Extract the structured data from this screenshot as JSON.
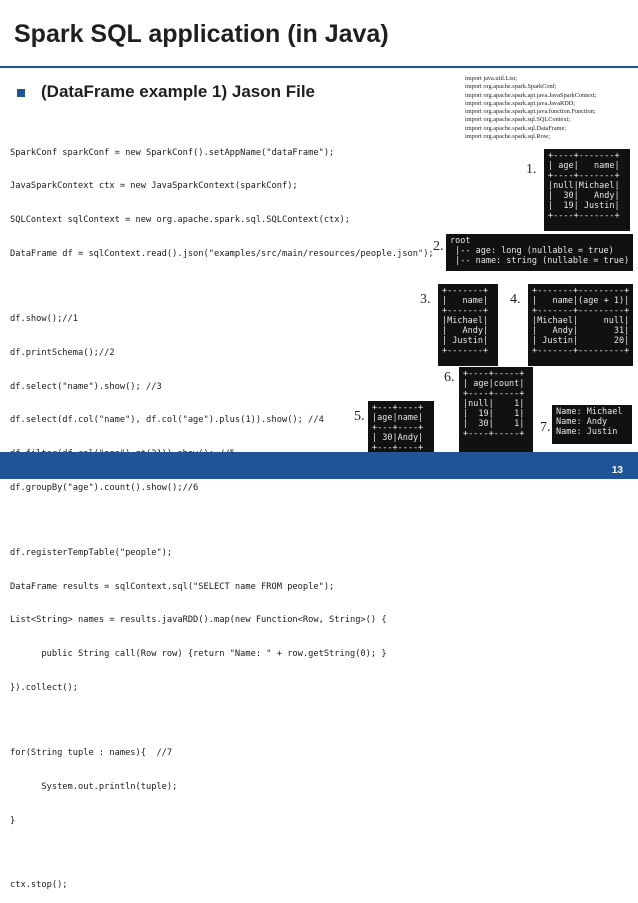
{
  "slide": {
    "title": "Spark SQL application (in Java)",
    "subtitle": "(DataFrame example 1) Jason File",
    "page_number": "13",
    "colors": {
      "accent": "#1f5597",
      "terminal_bg": "#111111"
    }
  },
  "code": {
    "line1": "SparkConf sparkConf = new SparkConf().setAppName(\"dataFrame\");",
    "line2": "JavaSparkContext ctx = new JavaSparkContext(sparkConf);",
    "line3": "SQLContext sqlContext = new org.apache.spark.sql.SQLContext(ctx);",
    "line4": "DataFrame df = sqlContext.read().json(\"examples/src/main/resources/people.json\");",
    "line5": "df.show();//1",
    "line6": "df.printSchema();//2",
    "line7": "df.select(\"name\").show(); //3",
    "line8": "df.select(df.col(\"name\"), df.col(\"age\").plus(1)).show(); //4",
    "line9": "df.filter(df.col(\"age\").gt(21)).show(); //5",
    "line10": "df.groupBy(\"age\").count().show();//6",
    "line11": "df.registerTempTable(\"people\");",
    "line12": "DataFrame results = sqlContext.sql(\"SELECT name FROM people\");",
    "line13": "List<String> names = results.javaRDD().map(new Function<Row, String>() {",
    "line14": "      public String call(Row row) {return \"Name: \" + row.getString(0); }",
    "line15": "}).collect();",
    "line16": "for(String tuple : names){  //7",
    "line17": "      System.out.println(tuple);",
    "line18": "}",
    "line19": "ctx.stop();"
  },
  "imports": {
    "l1": "import java.util.List;",
    "l2": "import org.apache.spark.SparkConf;",
    "l3": "import org.apache.spark.api.java.JavaSparkContext;",
    "l4": "import org.apache.spark.api.java.JavaRDD;",
    "l5": "import org.apache.spark.api.java.function.Function;",
    "l6": "import org.apache.spark.sql.SQLContext;",
    "l7": "import org.apache.spark.sql.DataFrame;",
    "l8": "import org.apache.spark.sql.Row;"
  },
  "labels": {
    "n1": "1.",
    "n2": "2.",
    "n3": "3.",
    "n4": "4.",
    "n5": "5.",
    "n6": "6.",
    "n7": "7."
  },
  "outputs": {
    "out1": "+----+-------+\n| age|   name|\n+----+-------+\n|null|Michael|\n|  30|   Andy|\n|  19| Justin|\n+----+-------+",
    "out2": "root\n |-- age: long (nullable = true)\n |-- name: string (nullable = true)",
    "out3": "+-------+\n|   name|\n+-------+\n|Michael|\n|   Andy|\n| Justin|\n+-------+",
    "out4": "+-------+---------+\n|   name|(age + 1)|\n+-------+---------+\n|Michael|     null|\n|   Andy|       31|\n| Justin|       20|\n+-------+---------+",
    "out5": "+---+----+\n|age|name|\n+---+----+\n| 30|Andy|\n+---+----+",
    "out6": "+----+-----+\n| age|count|\n+----+-----+\n|null|    1|\n|  19|    1|\n|  30|    1|\n+----+-----+",
    "out7": "Name: Michael\nName: Andy\nName: Justin"
  }
}
